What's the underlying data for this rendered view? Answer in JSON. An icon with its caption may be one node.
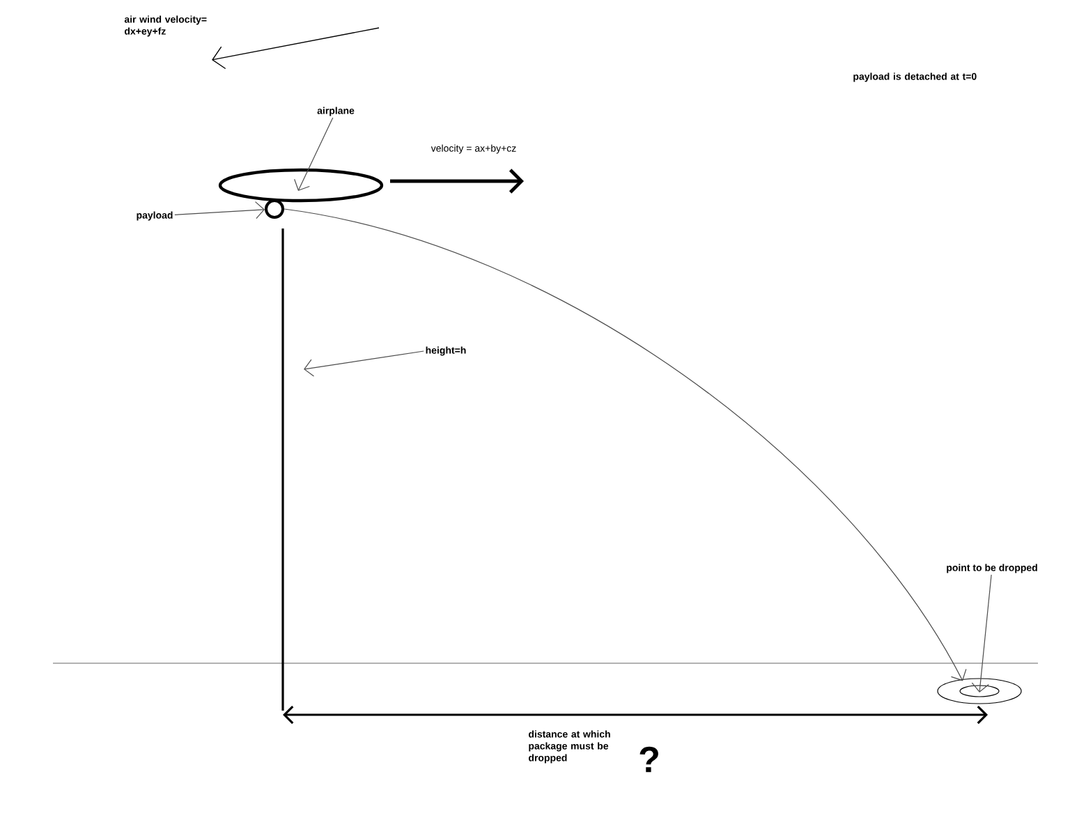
{
  "diagram": {
    "nodes": [
      {
        "text": [
          "airplane"
        ]
      },
      {
        "text": [],
        "shape": "ellipse"
      },
      {
        "text": [
          "payload"
        ]
      },
      {
        "text": [],
        "shape": "circle"
      },
      {
        "text": [
          "height=h"
        ]
      },
      {
        "text": [],
        "shape": "ellipse"
      },
      {
        "text": [
          "point to be dropped"
        ]
      }
    ],
    "edges": [
      {
        "from": 0,
        "to": 1,
        "arrow": "to"
      },
      {
        "from": 2,
        "to": 3,
        "arrow": "to"
      },
      {
        "from": 4,
        "to": null,
        "arrow": "to"
      },
      {
        "from": 3,
        "to": 5,
        "arrow": "to"
      },
      {
        "from": 6,
        "to": 5,
        "arrow": "to"
      }
    ],
    "labels": [
      "air wind velocity= dx+ey+fz",
      "velocity = ax+by+cz",
      "payload is detached at t=0",
      "distance at which package must be dropped",
      "?"
    ]
  }
}
